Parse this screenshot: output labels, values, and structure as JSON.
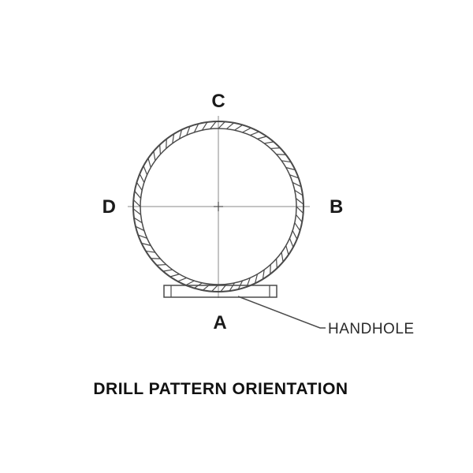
{
  "diagram": {
    "labels": {
      "top": "C",
      "right": "B",
      "bottom": "A",
      "left": "D"
    },
    "callout": "HANDHOLE",
    "title": "DRILL PATTERN ORIENTATION",
    "colors": {
      "outline": "#4a4a4a",
      "centerline": "#8a8a8a",
      "text": "#1a1a1a",
      "background": "#ffffff"
    }
  }
}
